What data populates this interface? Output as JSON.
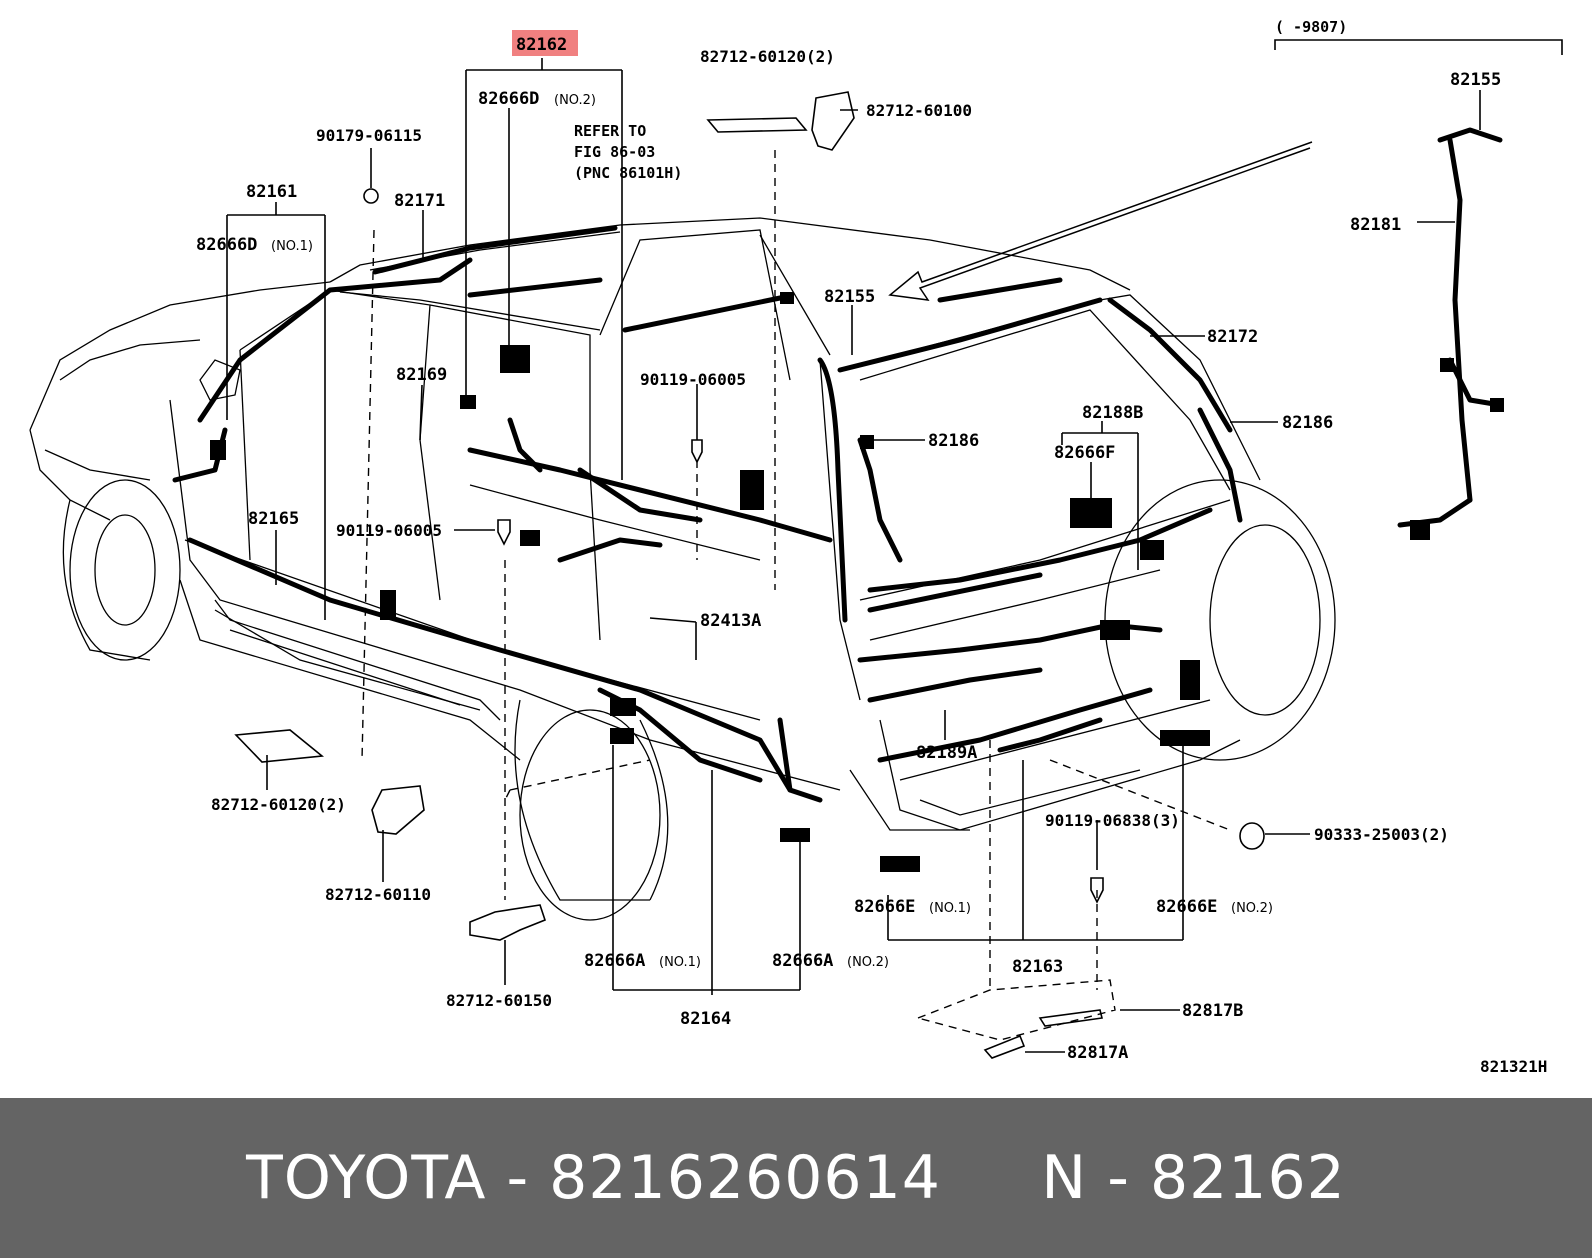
{
  "diagram": {
    "labels": {
      "l82162": "82162",
      "l82666d_no2": "82666D",
      "l82666d_no2_suffix": "(NO.2)",
      "refer_1": "REFER TO",
      "refer_2": "FIG 86-03",
      "refer_3": "(PNC 86101H)",
      "l82712_60120_top": "82712-60120(2)",
      "l82712_60100": "82712-60100",
      "l_9807": "(      -9807)",
      "l82155_top": "82155",
      "l82181": "82181",
      "l90179_06115": "90179-06115",
      "l82161": "82161",
      "l82171": "82171",
      "l82666d_no1": "82666D",
      "l82666d_no1_suffix": "(NO.1)",
      "l82155_mid": "82155",
      "l82172": "82172",
      "l82169": "82169",
      "l90119_06005_a": "90119-06005",
      "l82188b": "82188B",
      "l82186_a": "82186",
      "l82186_b": "82186",
      "l82666f": "82666F",
      "l82165": "82165",
      "l90119_06005_b": "90119-06005",
      "l82413a": "82413A",
      "l82189a": "82189A",
      "l82712_60120_bottom": "82712-60120(2)",
      "l82712_60110": "82712-60110",
      "l90119_06838": "90119-06838(3)",
      "l90333_25003": "90333-25003(2)",
      "l82666e_no1": "82666E",
      "l82666e_no1_suffix": "(NO.1)",
      "l82666e_no2": "82666E",
      "l82666e_no2_suffix": "(NO.2)",
      "l82666a_no1": "82666A",
      "l82666a_no1_suffix": "(NO.1)",
      "l82666a_no2": "82666A",
      "l82666a_no2_suffix": "(NO.2)",
      "l82163": "82163",
      "l82712_60150": "82712-60150",
      "l82164": "82164",
      "l82817b": "82817B",
      "l82817a": "82817A",
      "l821321h": "821321H"
    },
    "highlight_color": "#f08080"
  },
  "footer": {
    "text": "TOYOTA - 8216260614     N - 82162"
  }
}
